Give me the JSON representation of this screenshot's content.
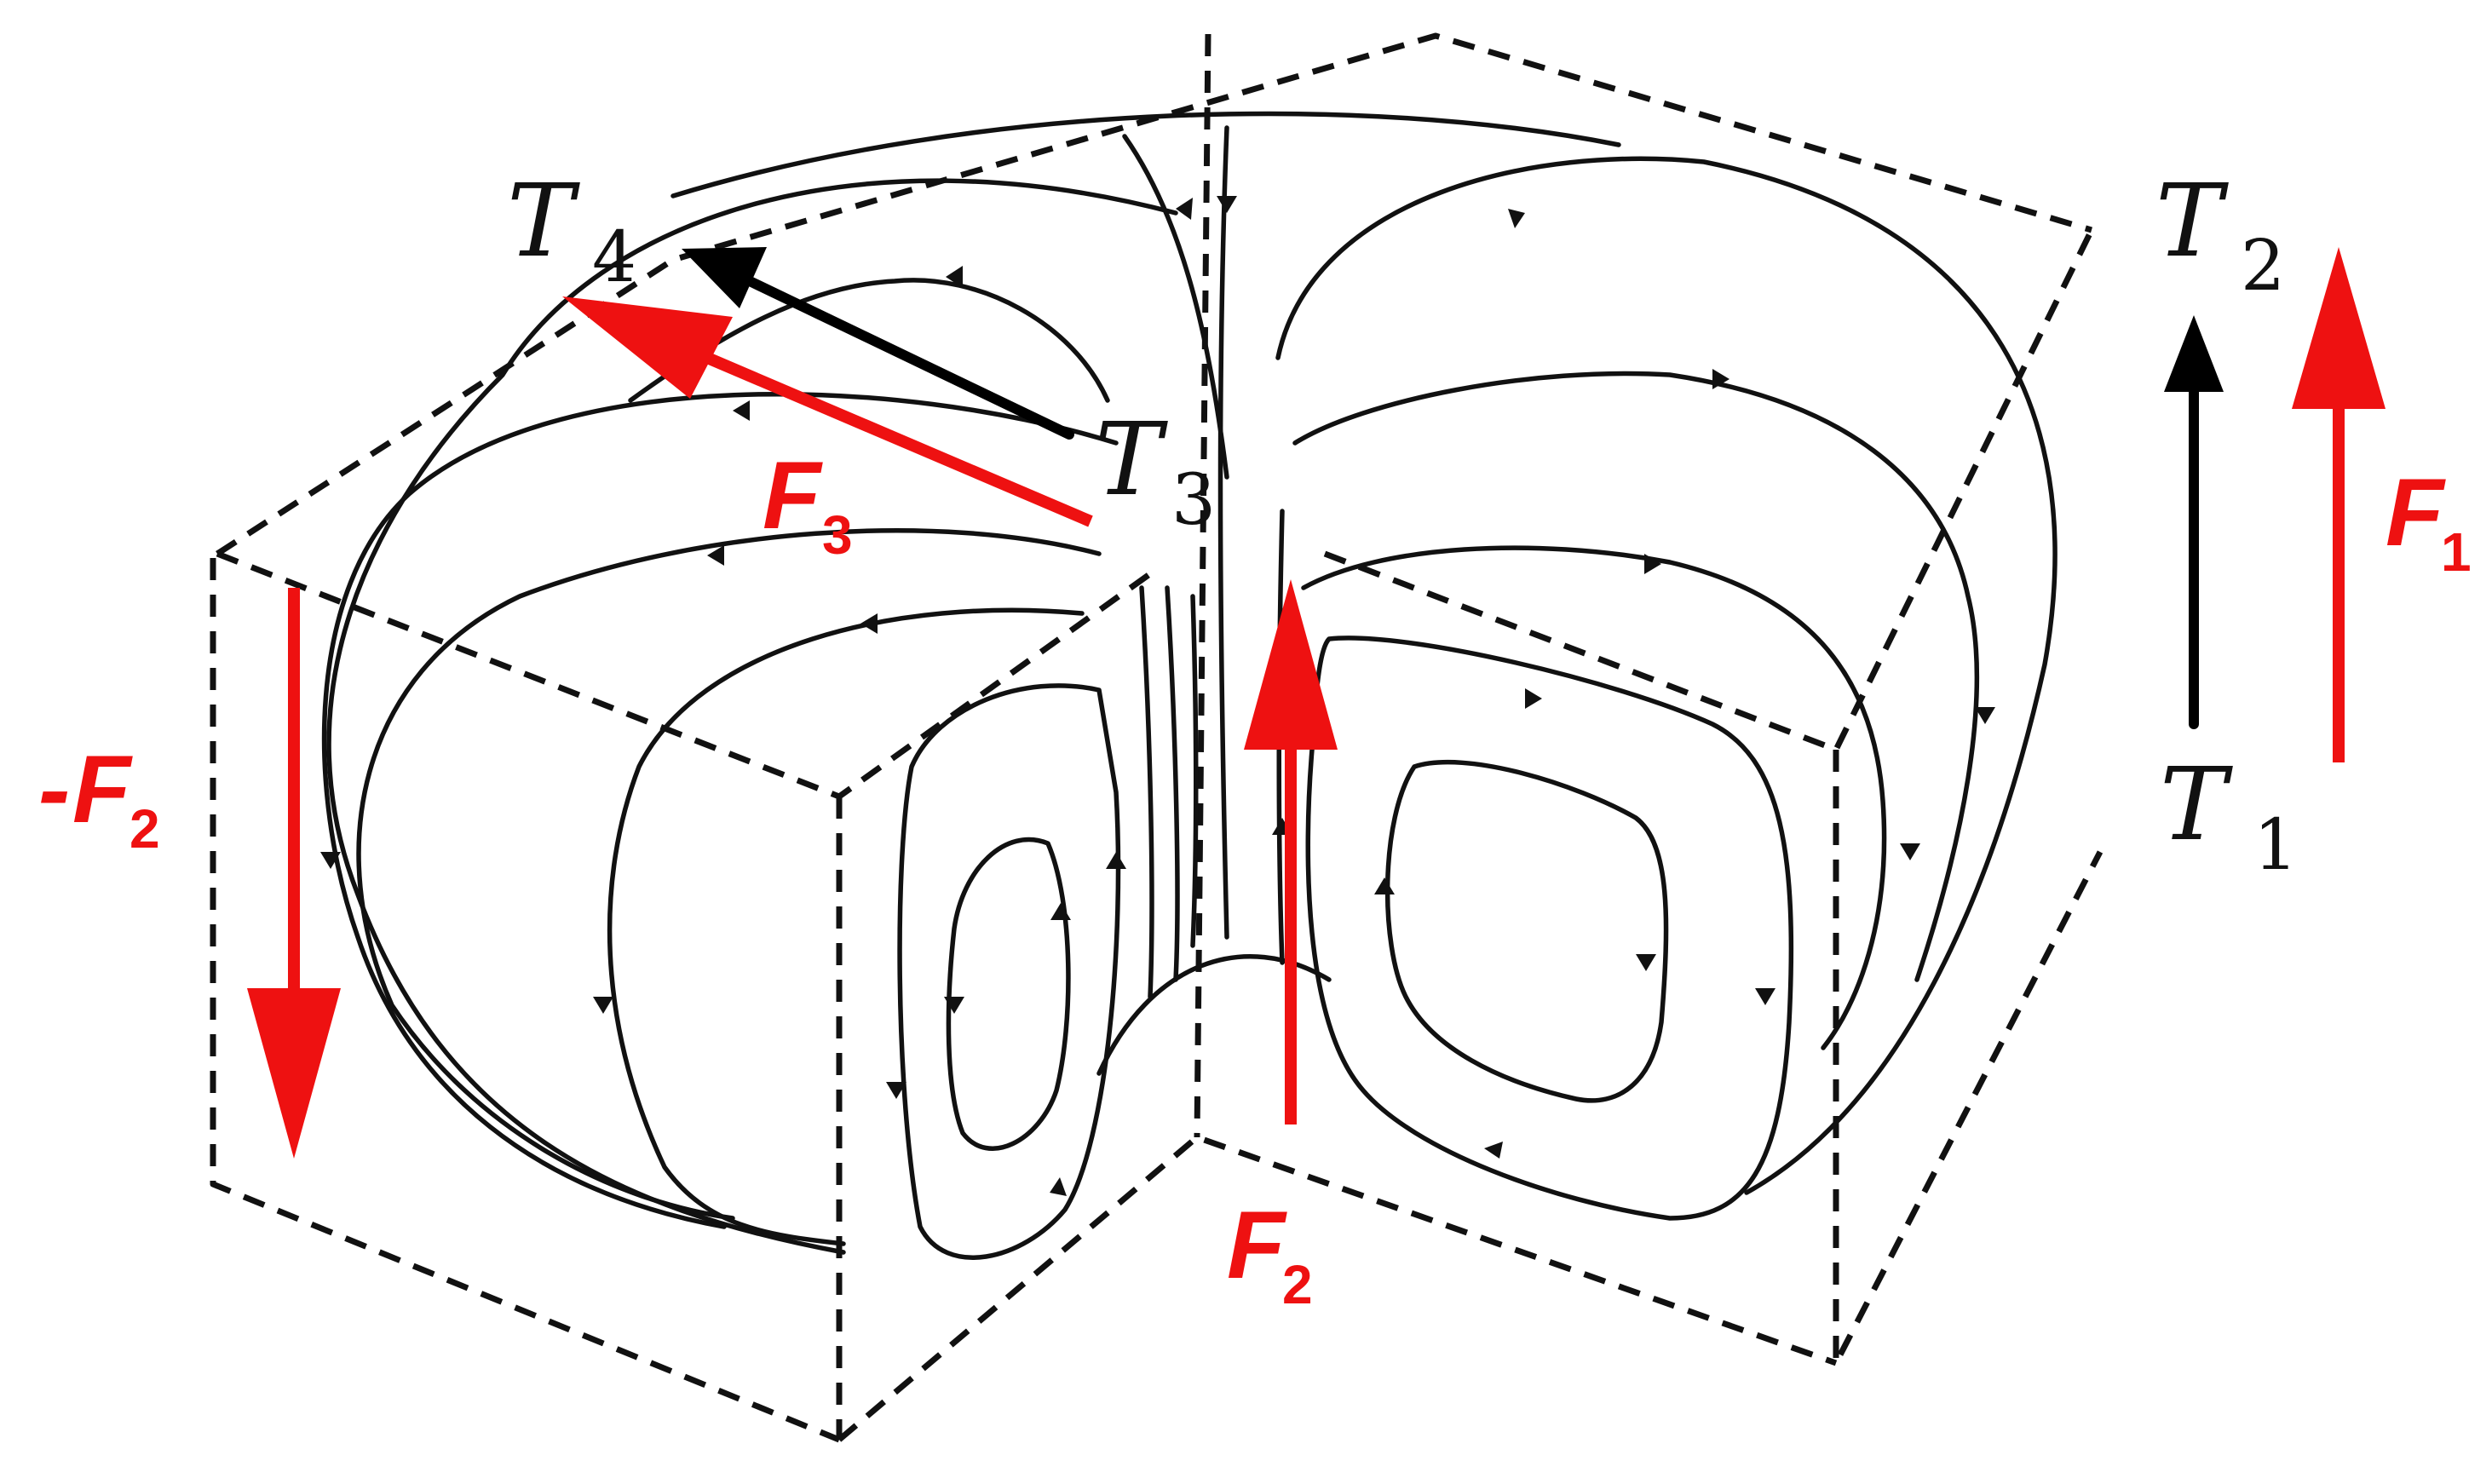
{
  "labels": {
    "t4": {
      "letter": "T",
      "sub": "4"
    },
    "t3": {
      "letter": "T",
      "sub": "3"
    },
    "t2": {
      "letter": "T",
      "sub": "2"
    },
    "t1": {
      "letter": "T",
      "sub": "1"
    },
    "f3": {
      "letter": "F",
      "sub": "3"
    },
    "f1": {
      "letter": "F",
      "sub": "1"
    },
    "f2": {
      "letter": "F",
      "sub": "2"
    },
    "neg_f2": {
      "prefix": "-",
      "letter": "F",
      "sub": "2"
    }
  },
  "colors": {
    "line": "#111111",
    "force_arrow": "#ee1111",
    "trajectory_arrow": "#000000",
    "background": "#ffffff"
  }
}
